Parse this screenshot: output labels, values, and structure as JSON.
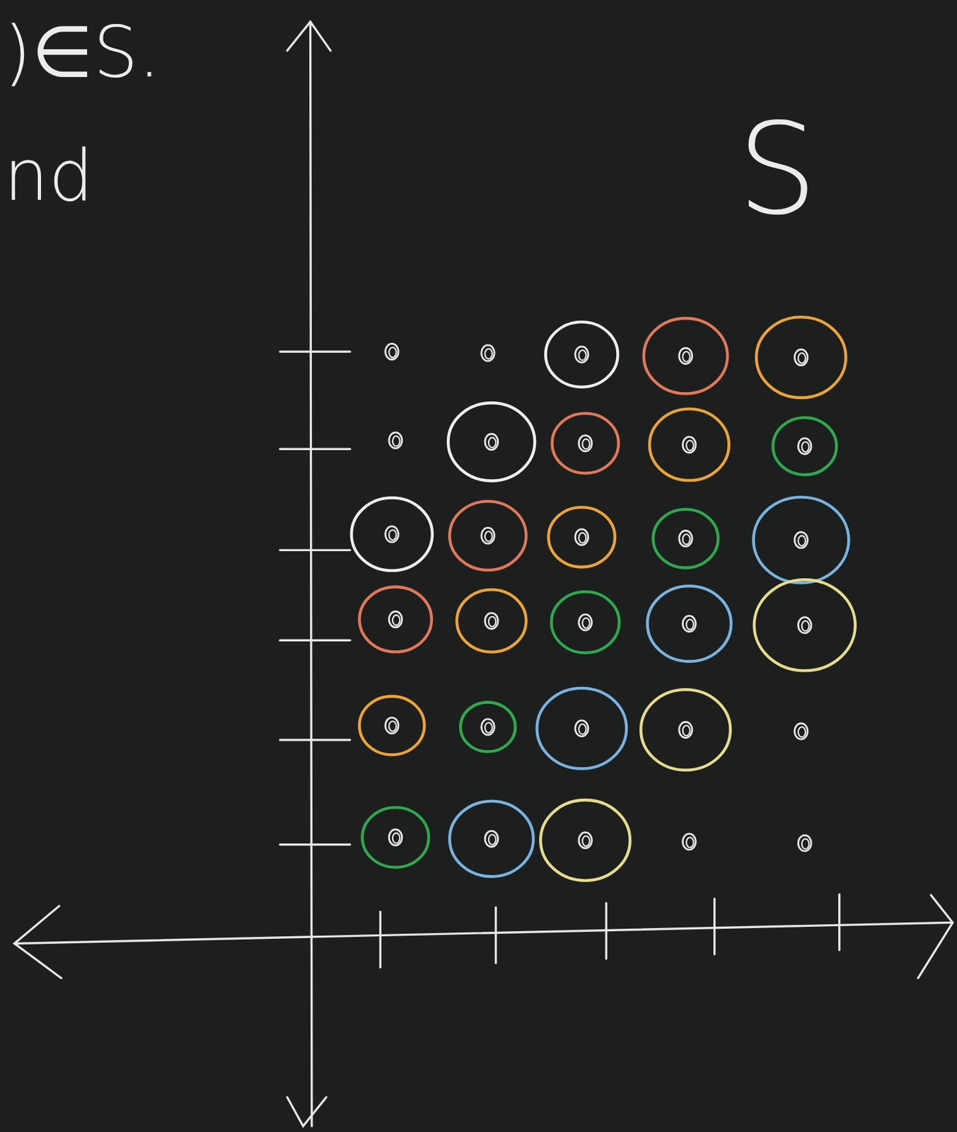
{
  "diagram": {
    "labels": [
      ")∈S.",
      "nd",
      "S"
    ]
  }
}
